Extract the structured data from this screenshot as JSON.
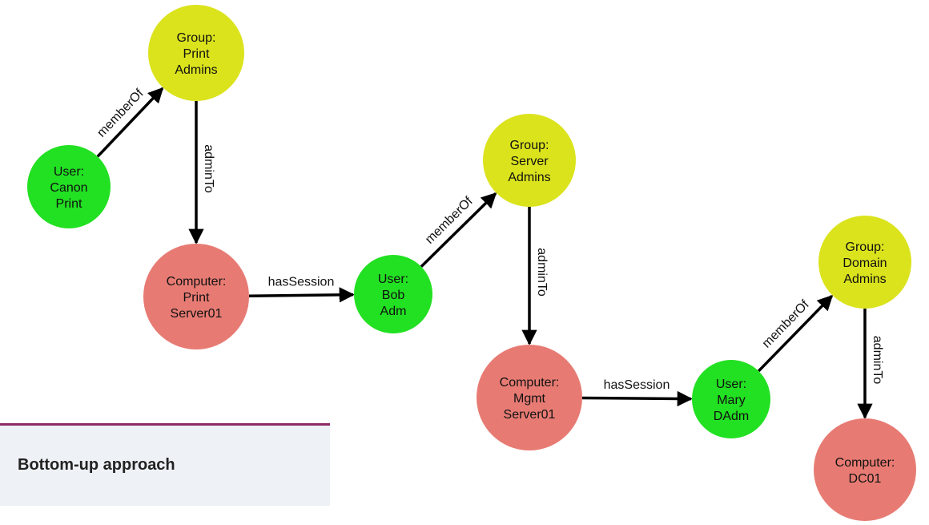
{
  "colors": {
    "user": "#22e022",
    "group": "#dbe31d",
    "computer": "#e77b73",
    "accent": "#8f2b62",
    "panel": "#eef1f5"
  },
  "nodes": [
    {
      "id": "canon",
      "type": "user",
      "lines": [
        "User:",
        "Canon",
        "Print"
      ]
    },
    {
      "id": "print-admins",
      "type": "group",
      "lines": [
        "Group:",
        "Print",
        "Admins"
      ]
    },
    {
      "id": "print-server",
      "type": "computer",
      "lines": [
        "Computer:",
        "Print",
        "Server01"
      ]
    },
    {
      "id": "bob",
      "type": "user",
      "lines": [
        "User:",
        "Bob",
        "Adm"
      ]
    },
    {
      "id": "server-admins",
      "type": "group",
      "lines": [
        "Group:",
        "Server",
        "Admins"
      ]
    },
    {
      "id": "mgmt-server",
      "type": "computer",
      "lines": [
        "Computer:",
        "Mgmt",
        "Server01"
      ]
    },
    {
      "id": "mary",
      "type": "user",
      "lines": [
        "User:",
        "Mary",
        "DAdm"
      ]
    },
    {
      "id": "domain-admins",
      "type": "group",
      "lines": [
        "Group:",
        "Domain",
        "Admins"
      ]
    },
    {
      "id": "dc01",
      "type": "computer",
      "lines": [
        "Computer:",
        "DC01"
      ]
    }
  ],
  "edges": [
    {
      "from": "canon",
      "to": "print-admins",
      "label": "memberOf"
    },
    {
      "from": "print-admins",
      "to": "print-server",
      "label": "adminTo"
    },
    {
      "from": "print-server",
      "to": "bob",
      "label": "hasSession"
    },
    {
      "from": "bob",
      "to": "server-admins",
      "label": "memberOf"
    },
    {
      "from": "server-admins",
      "to": "mgmt-server",
      "label": "adminTo"
    },
    {
      "from": "mgmt-server",
      "to": "mary",
      "label": "hasSession"
    },
    {
      "from": "mary",
      "to": "domain-admins",
      "label": "memberOf"
    },
    {
      "from": "domain-admins",
      "to": "dc01",
      "label": "adminTo"
    }
  ],
  "callout": {
    "text": "Bottom-up approach"
  }
}
